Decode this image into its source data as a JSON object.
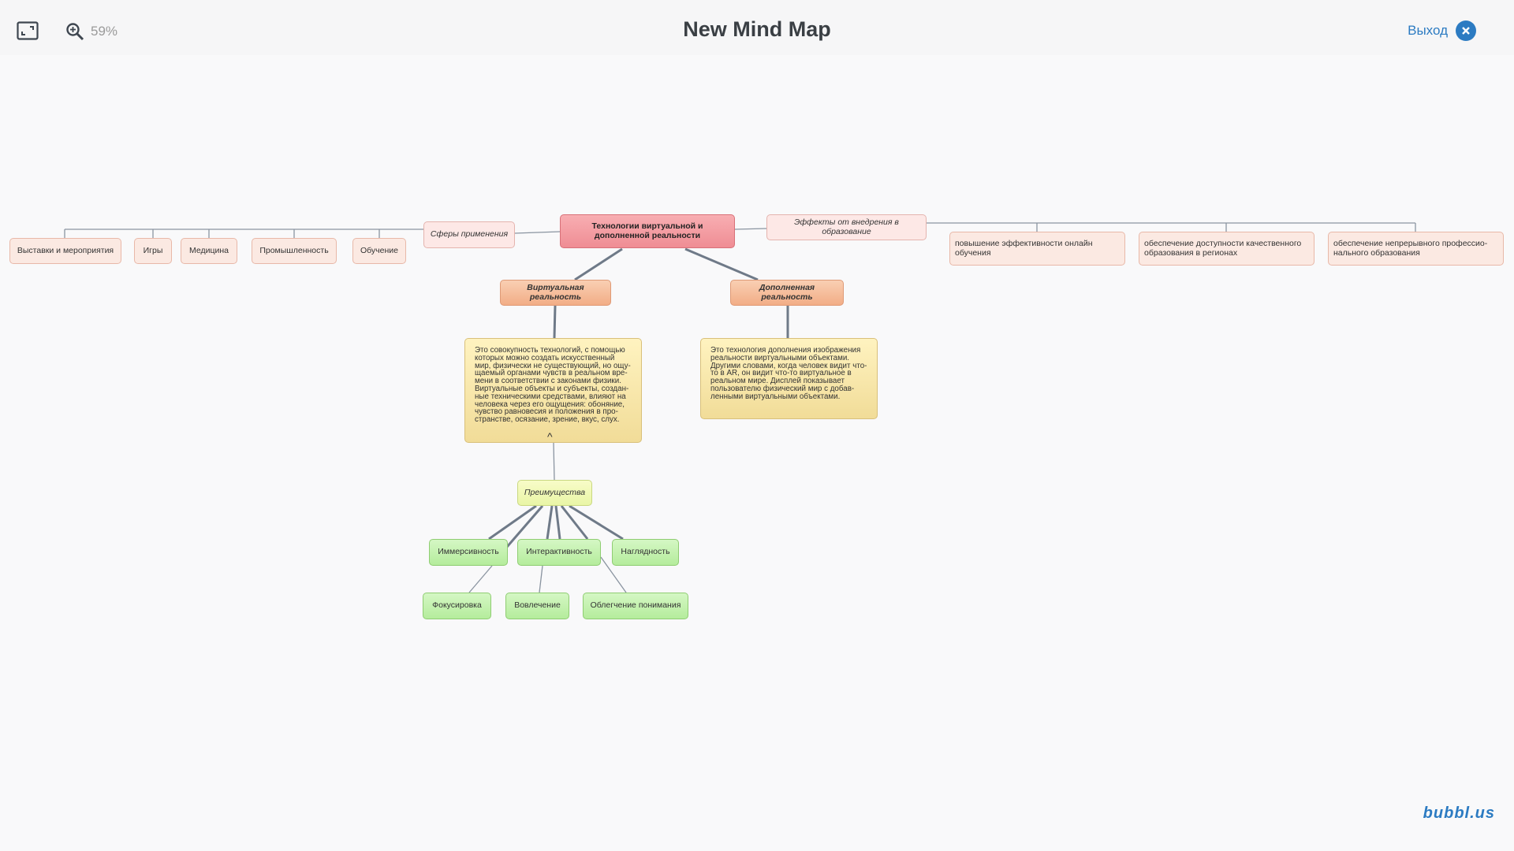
{
  "header": {
    "title": "New Mind Map",
    "zoom": "59%",
    "exit_label": "Выход"
  },
  "mindmap": {
    "root": "Технологии виртуальной и дополненной реальности",
    "spheres": {
      "label": "Сферы применения",
      "items": [
        "Выставки и мероприятия",
        "Игры",
        "Медицина",
        "Промышленность",
        "Обучение"
      ]
    },
    "effects": {
      "label": "Эффекты от внедрения в образование",
      "items": [
        "повышение эффективности онлайн обучения",
        "обеспечение доступности качественного образования в регионах",
        "обеспечение непрерывного профессио-нального образования"
      ]
    },
    "vr": {
      "label": "Виртуальная реальность",
      "description": "Это совокупность технологий, с помощью которых можно создать искусственный мир, физически не существующий, но ощу-щаемый органами чувств в реальном вре-мени в соответствии с законами физики. Виртуальные объекты и субъекты, создан-ные техническими средствами, влияют на человека через его ощущения: обоняние, чувство равновесия и положения в про-странстве, осязание, зрение, вкус, слух."
    },
    "ar": {
      "label": "Дополненная реальность",
      "description": "Это технология дополнения изображения реальности виртуальными объектами. Другими словами, когда человек видит что-то в AR, он видит что-то виртуальное в реальном мире. Дисплей показывает пользователю физический мир с добав-ленными виртуальными объектами."
    },
    "advantages": {
      "label": "Преимущества",
      "items": [
        "Иммерсивность",
        "Интерактивность",
        "Наглядность"
      ],
      "sub_items": [
        "Фокусировка",
        "Вовлечение",
        "Облегчение понимания"
      ]
    }
  },
  "brand": "bubbl.us",
  "colors": {
    "accent": "#2c7bc2",
    "line": "#6f7a88",
    "root": "#ef8d94",
    "branch": "#f2ad86",
    "note": "#f1dc98",
    "green": "#b5ec9c"
  },
  "icons": [
    "fullscreen-icon",
    "zoom-icon",
    "close-icon"
  ]
}
